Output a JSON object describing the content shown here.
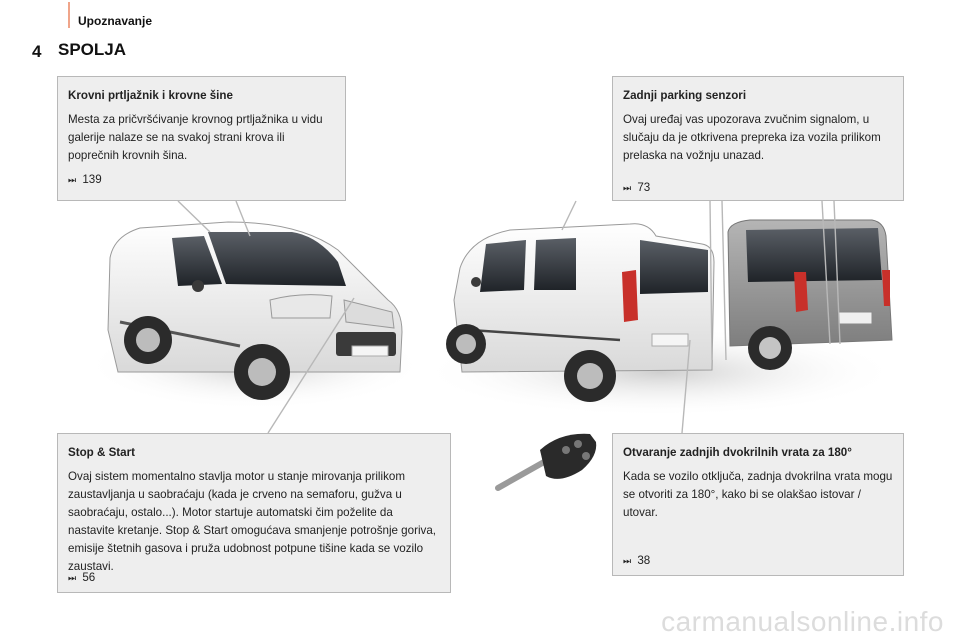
{
  "header": {
    "title": "Upoznavanje"
  },
  "section": {
    "marker": "4",
    "title": "SPOLJA"
  },
  "boxes": {
    "roof": {
      "title": "Krovni prtljažnik i krovne šine",
      "text": "Mesta za pričvršćivanje krovnog prtljažnika u vidu galerije nalaze se na svakoj strani krova ili poprečnih krovnih šina.",
      "page_ref": "139"
    },
    "parking": {
      "title": "Zadnji parking senzori",
      "text": "Ovaj uređaj vas upozorava zvučnim signalom, u slučaju da je otkrivena prepreka iza vozila prilikom prelaska na vožnju unazad.",
      "page_ref": "73"
    },
    "stopstart": {
      "title": "Stop & Start",
      "text": "Ovaj sistem momentalno stavlja motor u stanje mirovanja prilikom zaustavljanja u saobraćaju (kada je crveno na semaforu, gužva u saobraćaju, ostalo...). Motor startuje automatski čim poželite da nastavite kretanje. Stop & Start omogućava smanjenje potrošnje goriva, emisije štetnih gasova i pruža udobnost potpune tišine kada se vozilo zaustavi.",
      "page_ref": "56"
    },
    "doors": {
      "title": "Otvaranje zadnjih dvokrilnih vrata za 180°",
      "text": "Kada se vozilo otključa, zadnja dvokrilna vrata mogu se otvoriti za 180°, kako bi se olakšao istovar / utovar.",
      "page_ref": "38"
    }
  },
  "ref_arrow": "⏭",
  "watermark": "carmanualsonline.info",
  "colors": {
    "header_accent": "#f0a58a",
    "box_bg": "#eeeeee",
    "van_grey": "#9a9a9a",
    "light_red": "#c8302a"
  }
}
